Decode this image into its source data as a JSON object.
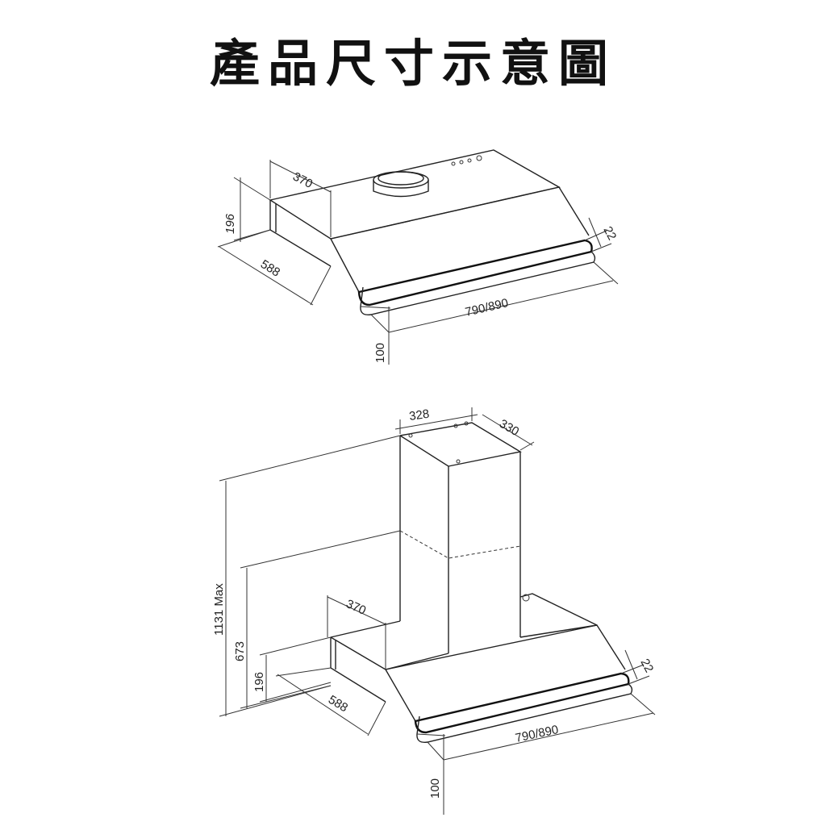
{
  "title": "產品尺寸示意圖",
  "diagram_top": {
    "depth_top": "370",
    "height": "196",
    "depth": "588",
    "width": "790/890",
    "front_lip": "22",
    "front_drop": "100"
  },
  "diagram_bottom": {
    "chimney_width": "328",
    "chimney_depth": "330",
    "total_height": "1131 Max",
    "min_height": "673",
    "height": "196",
    "depth_top": "370",
    "depth": "588",
    "width": "790/890",
    "front_lip": "22",
    "front_drop": "100"
  }
}
